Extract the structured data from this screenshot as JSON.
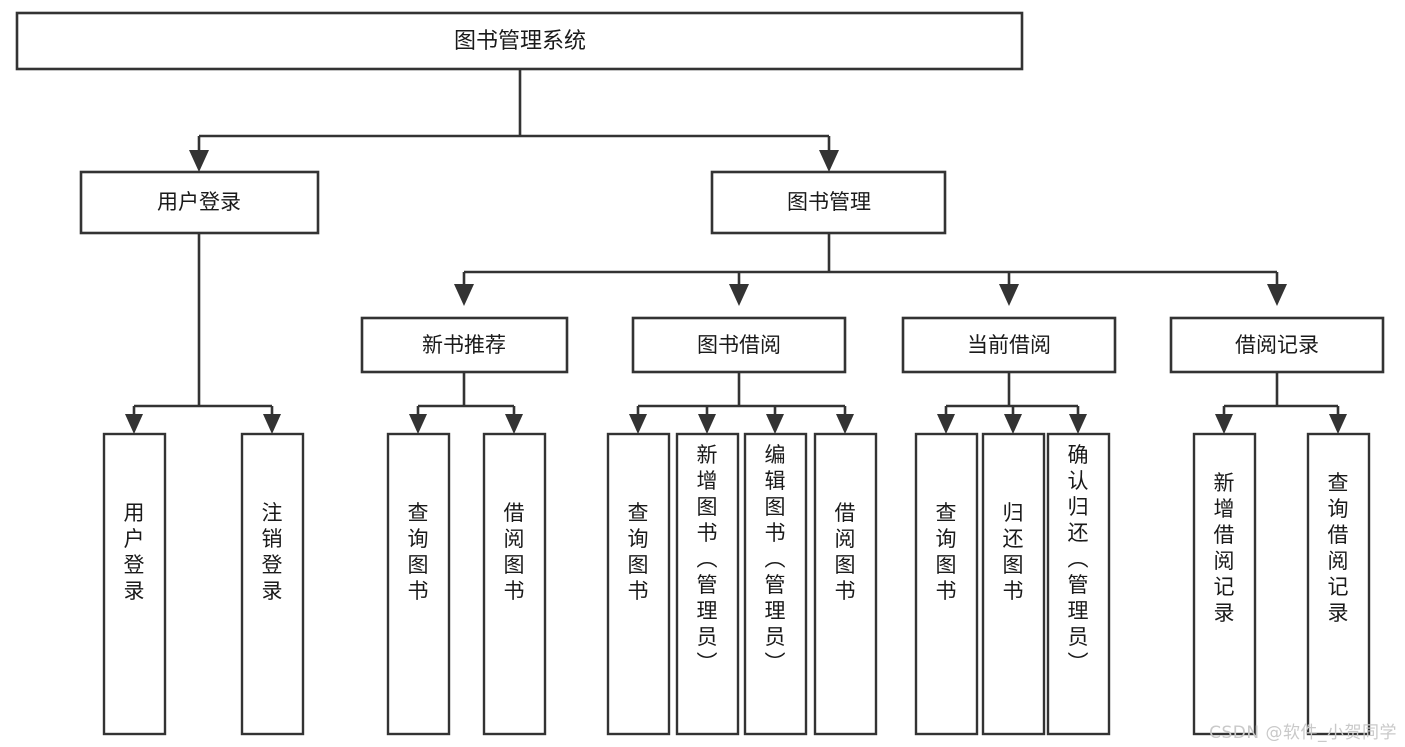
{
  "diagram": {
    "type": "tree-hierarchy-chart",
    "title": "图书管理系统",
    "watermark": "CSDN @软件_小贺同学",
    "nodes": {
      "root": {
        "label": "图书管理系统",
        "level": 1
      },
      "level2": [
        {
          "id": "user-login",
          "label": "用户登录"
        },
        {
          "id": "book-manage",
          "label": "图书管理"
        }
      ],
      "level3": [
        {
          "id": "new-book-recommend",
          "label": "新书推荐"
        },
        {
          "id": "book-borrow",
          "label": "图书借阅"
        },
        {
          "id": "current-borrow",
          "label": "当前借阅"
        },
        {
          "id": "borrow-record",
          "label": "借阅记录"
        }
      ],
      "leaves": {
        "user-login": [
          {
            "id": "leaf-user-login",
            "label": "用户登录"
          },
          {
            "id": "leaf-user-logout",
            "label": "注销登录"
          }
        ],
        "new-book-recommend": [
          {
            "id": "leaf-query-book-1",
            "label": "查询图书"
          },
          {
            "id": "leaf-borrow-book-1",
            "label": "借阅图书"
          }
        ],
        "book-borrow": [
          {
            "id": "leaf-query-book-2",
            "label": "查询图书"
          },
          {
            "id": "leaf-add-book",
            "label": "新增图书（管理员）"
          },
          {
            "id": "leaf-edit-book",
            "label": "编辑图书（管理员）"
          },
          {
            "id": "leaf-borrow-book-2",
            "label": "借阅图书"
          }
        ],
        "current-borrow": [
          {
            "id": "leaf-query-book-3",
            "label": "查询图书"
          },
          {
            "id": "leaf-return-book",
            "label": "归还图书"
          },
          {
            "id": "leaf-confirm-return",
            "label": "确认归还（管理员）"
          }
        ],
        "borrow-record": [
          {
            "id": "leaf-add-record",
            "label": "新增借阅记录"
          },
          {
            "id": "leaf-query-record",
            "label": "查询借阅记录"
          }
        ]
      }
    },
    "colors": {
      "stroke": "#333333",
      "fill": "#ffffff",
      "text": "#1a1a1a",
      "watermark": "#c9c9c9"
    }
  }
}
